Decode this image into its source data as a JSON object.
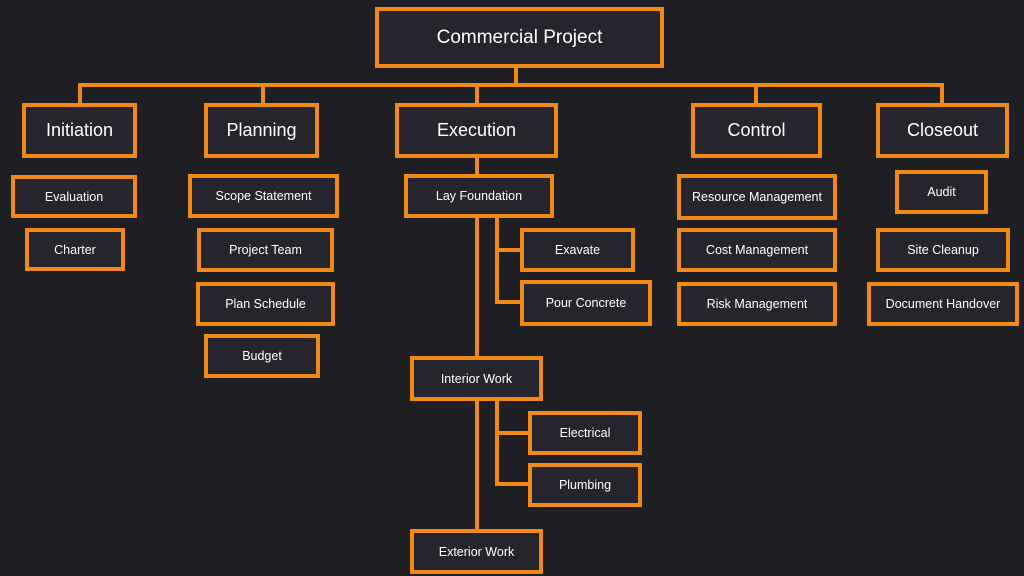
{
  "root": "Commercial Project",
  "phases": [
    {
      "label": "Initiation",
      "tasks": [
        "Evaluation",
        "Charter"
      ]
    },
    {
      "label": "Planning",
      "tasks": [
        "Scope Statement",
        "Project Team",
        "Plan Schedule",
        "Budget"
      ]
    },
    {
      "label": "Execution",
      "tasks": [
        {
          "label": "Lay Foundation",
          "subtasks": [
            "Exavate",
            "Pour Concrete"
          ]
        },
        {
          "label": "Interior Work",
          "subtasks": [
            "Electrical",
            "Plumbing"
          ]
        },
        {
          "label": "Exterior Work",
          "subtasks": []
        }
      ]
    },
    {
      "label": "Control",
      "tasks": [
        "Resource Management",
        "Cost Management",
        "Risk Management"
      ]
    },
    {
      "label": "Closeout",
      "tasks": [
        "Audit",
        "Site Cleanup",
        "Document Handover"
      ]
    }
  ],
  "colors": {
    "background": "#1e1f22",
    "box_fill": "#24252d",
    "accent": "#f08a14",
    "text": "#ffffff"
  }
}
